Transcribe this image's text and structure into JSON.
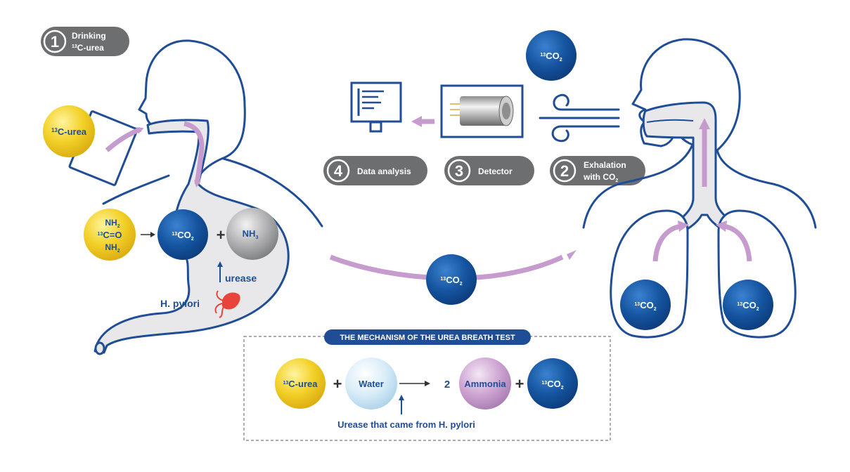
{
  "steps": [
    {
      "number": "1",
      "line1": "Drinking",
      "line2_sup": "13",
      "line2": "C-urea"
    },
    {
      "number": "2",
      "line1": "Exhalation",
      "line2": "with CO",
      "line2_sub": "2"
    },
    {
      "number": "3",
      "line1": "Detector"
    },
    {
      "number": "4",
      "line1": "Data analysis"
    }
  ],
  "molecules": {
    "urea_sup": "13",
    "urea": "C-urea",
    "co2_sup": "13",
    "co2": "CO",
    "co2_sub": "2",
    "nh3": "NH",
    "nh3_sub": "3",
    "formula_nh": "NH",
    "formula_nh_sub": "2",
    "formula_mid_sup": "13",
    "formula_mid": "C=O"
  },
  "stomach": {
    "urease": "urease",
    "pylori": "H. pylori"
  },
  "mechanism": {
    "title": "THE MECHANISM OF THE UREA BREATH TEST",
    "water": "Water",
    "coef": "2",
    "ammonia": "Ammonia",
    "plus": "+",
    "urease_note": "Urease that came from H. pylori"
  },
  "colors": {
    "navy": "#1f4e96",
    "ball_blue": "#1458a8",
    "yellow": "#f2cf1f",
    "gray_pill": "#6d6e70",
    "lavender": "#c69bcd",
    "stomach_fill": "#e8e8ea",
    "bacteria": "#e8443a"
  }
}
